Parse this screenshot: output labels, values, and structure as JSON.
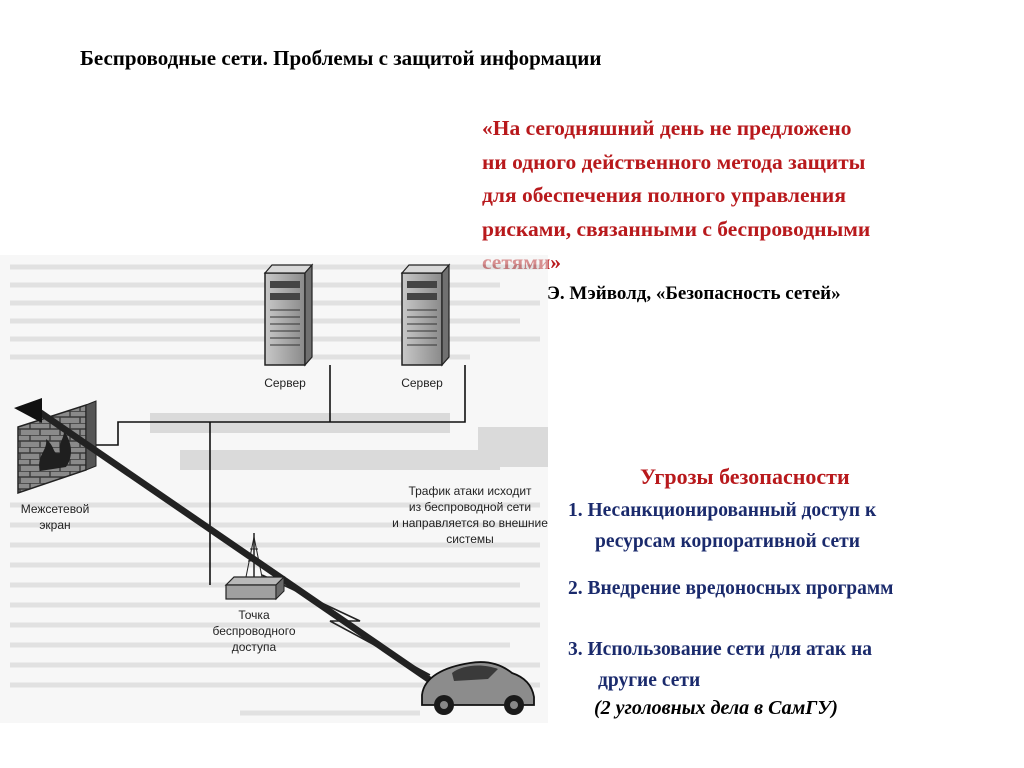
{
  "slide": {
    "title": "Беспроводные сети. Проблемы с защитой информации",
    "quote": {
      "lines": [
        "«На сегодняшний день не предложено",
        "ни одного действенного метода защиты",
        "для обеспечения полного управления",
        "рисками, связанными с беспроводными",
        "сетями»"
      ],
      "author": "Э. Мэйволд, «Безопасность сетей»"
    },
    "diagram": {
      "server_label_1": "Сервер",
      "server_label_2": "Сервер",
      "firewall_label_1": "Межсетевой",
      "firewall_label_2": "экран",
      "traffic_label_lines": [
        "Трафик атаки исходит",
        "из беспроводной сети",
        "и направляется во внешние",
        "системы"
      ],
      "ap_label_lines": [
        "Точка",
        "беспроводного",
        "доступа"
      ]
    },
    "threats": {
      "heading": "Угрозы безопасности",
      "item1_line1": "1. Несанкционированный доступ к",
      "item1_line2": "ресурсам корпоративной сети",
      "item2": "2. Внедрение вредоносных программ",
      "item3_line1": "3. Использование сети для атак на",
      "item3_line2": "другие сети",
      "note": "(2 уголовных дела в СамГУ)"
    },
    "colors": {
      "accent_red": "#b8191c",
      "threat_blue": "#1a2a6c"
    }
  }
}
